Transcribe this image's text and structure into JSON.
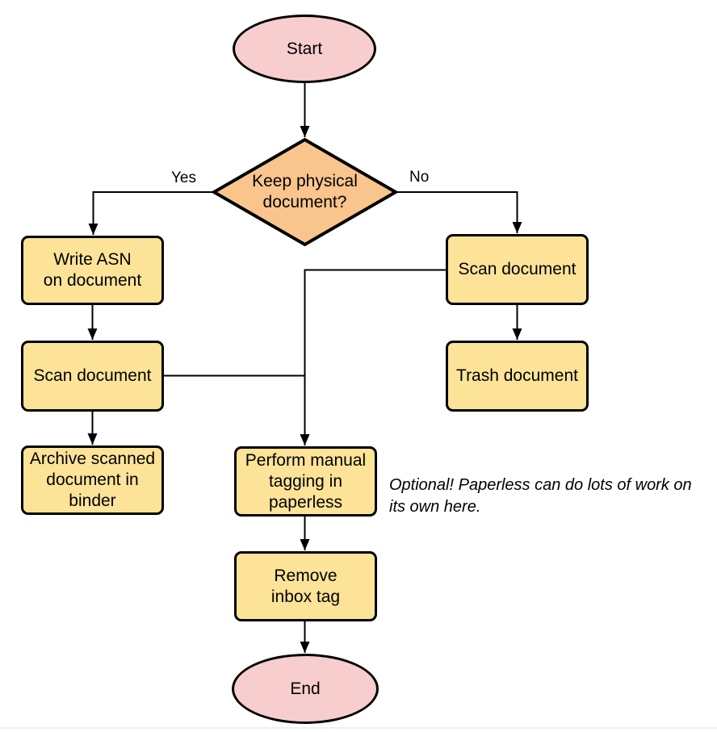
{
  "colors": {
    "background": "#ffffff",
    "stroke": "#000000",
    "text": "#000000",
    "terminator_fill": "#f8cdcd",
    "decision_fill": "#f9c58d",
    "process_fill": "#fce398",
    "page_divider_line": "#f0f0f0"
  },
  "nodes": {
    "start": {
      "shape": "ellipse",
      "label": "Start"
    },
    "decision": {
      "shape": "diamond",
      "label": "Keep physical\ndocument?"
    },
    "write_asn": {
      "shape": "process",
      "label": "Write ASN\non document"
    },
    "scan_left": {
      "shape": "process",
      "label": "Scan document"
    },
    "archive": {
      "shape": "process",
      "label": "Archive scanned\ndocument in\nbinder"
    },
    "scan_right": {
      "shape": "process",
      "label": "Scan document"
    },
    "trash": {
      "shape": "process",
      "label": "Trash document"
    },
    "tagging": {
      "shape": "process",
      "label": "Perform manual\ntagging in\npaperless"
    },
    "remove_inbox": {
      "shape": "process",
      "label": "Remove\ninbox tag"
    },
    "end": {
      "shape": "ellipse",
      "label": "End"
    }
  },
  "edge_labels": {
    "yes": "Yes",
    "no": "No"
  },
  "annotation": {
    "text": "Optional! Paperless can do lots of work on\nits own here."
  }
}
